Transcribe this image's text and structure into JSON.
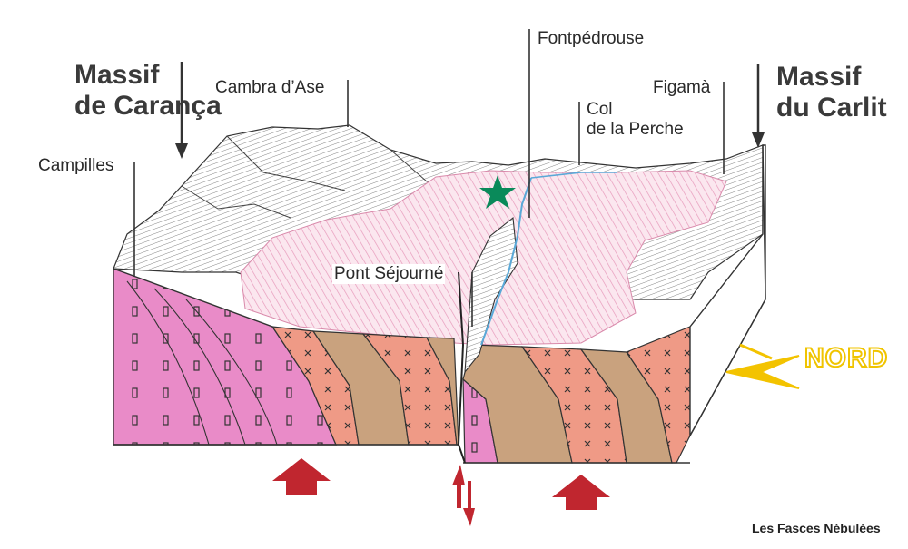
{
  "labels": {
    "massif_caranca_line1": "Massif",
    "massif_caranca_line2": "de Carança",
    "massif_carlit_line1": "Massif",
    "massif_carlit_line2": "du Carlit",
    "campilles": "Campilles",
    "cambra_dase": "Cambra d’Ase",
    "fontpedrouse": "Fontpédrouse",
    "figama": "Figamà",
    "col_line1": "Col",
    "col_line2": "de la Perche",
    "pont_sejourne": "Pont Séjourné",
    "nord": "NORD",
    "credit": "Les Fasces Nébulées"
  },
  "colors": {
    "schist_pink": "#e98bc8",
    "gneiss_salmon": "#ef9a86",
    "sediment_tan": "#c9a27e",
    "surface_pink": "#f6c9dc",
    "uplift_arrow": "#c0262f",
    "north_arrow": "#f3c300",
    "star": "#0a8a5a",
    "river": "#5aa9d8"
  }
}
